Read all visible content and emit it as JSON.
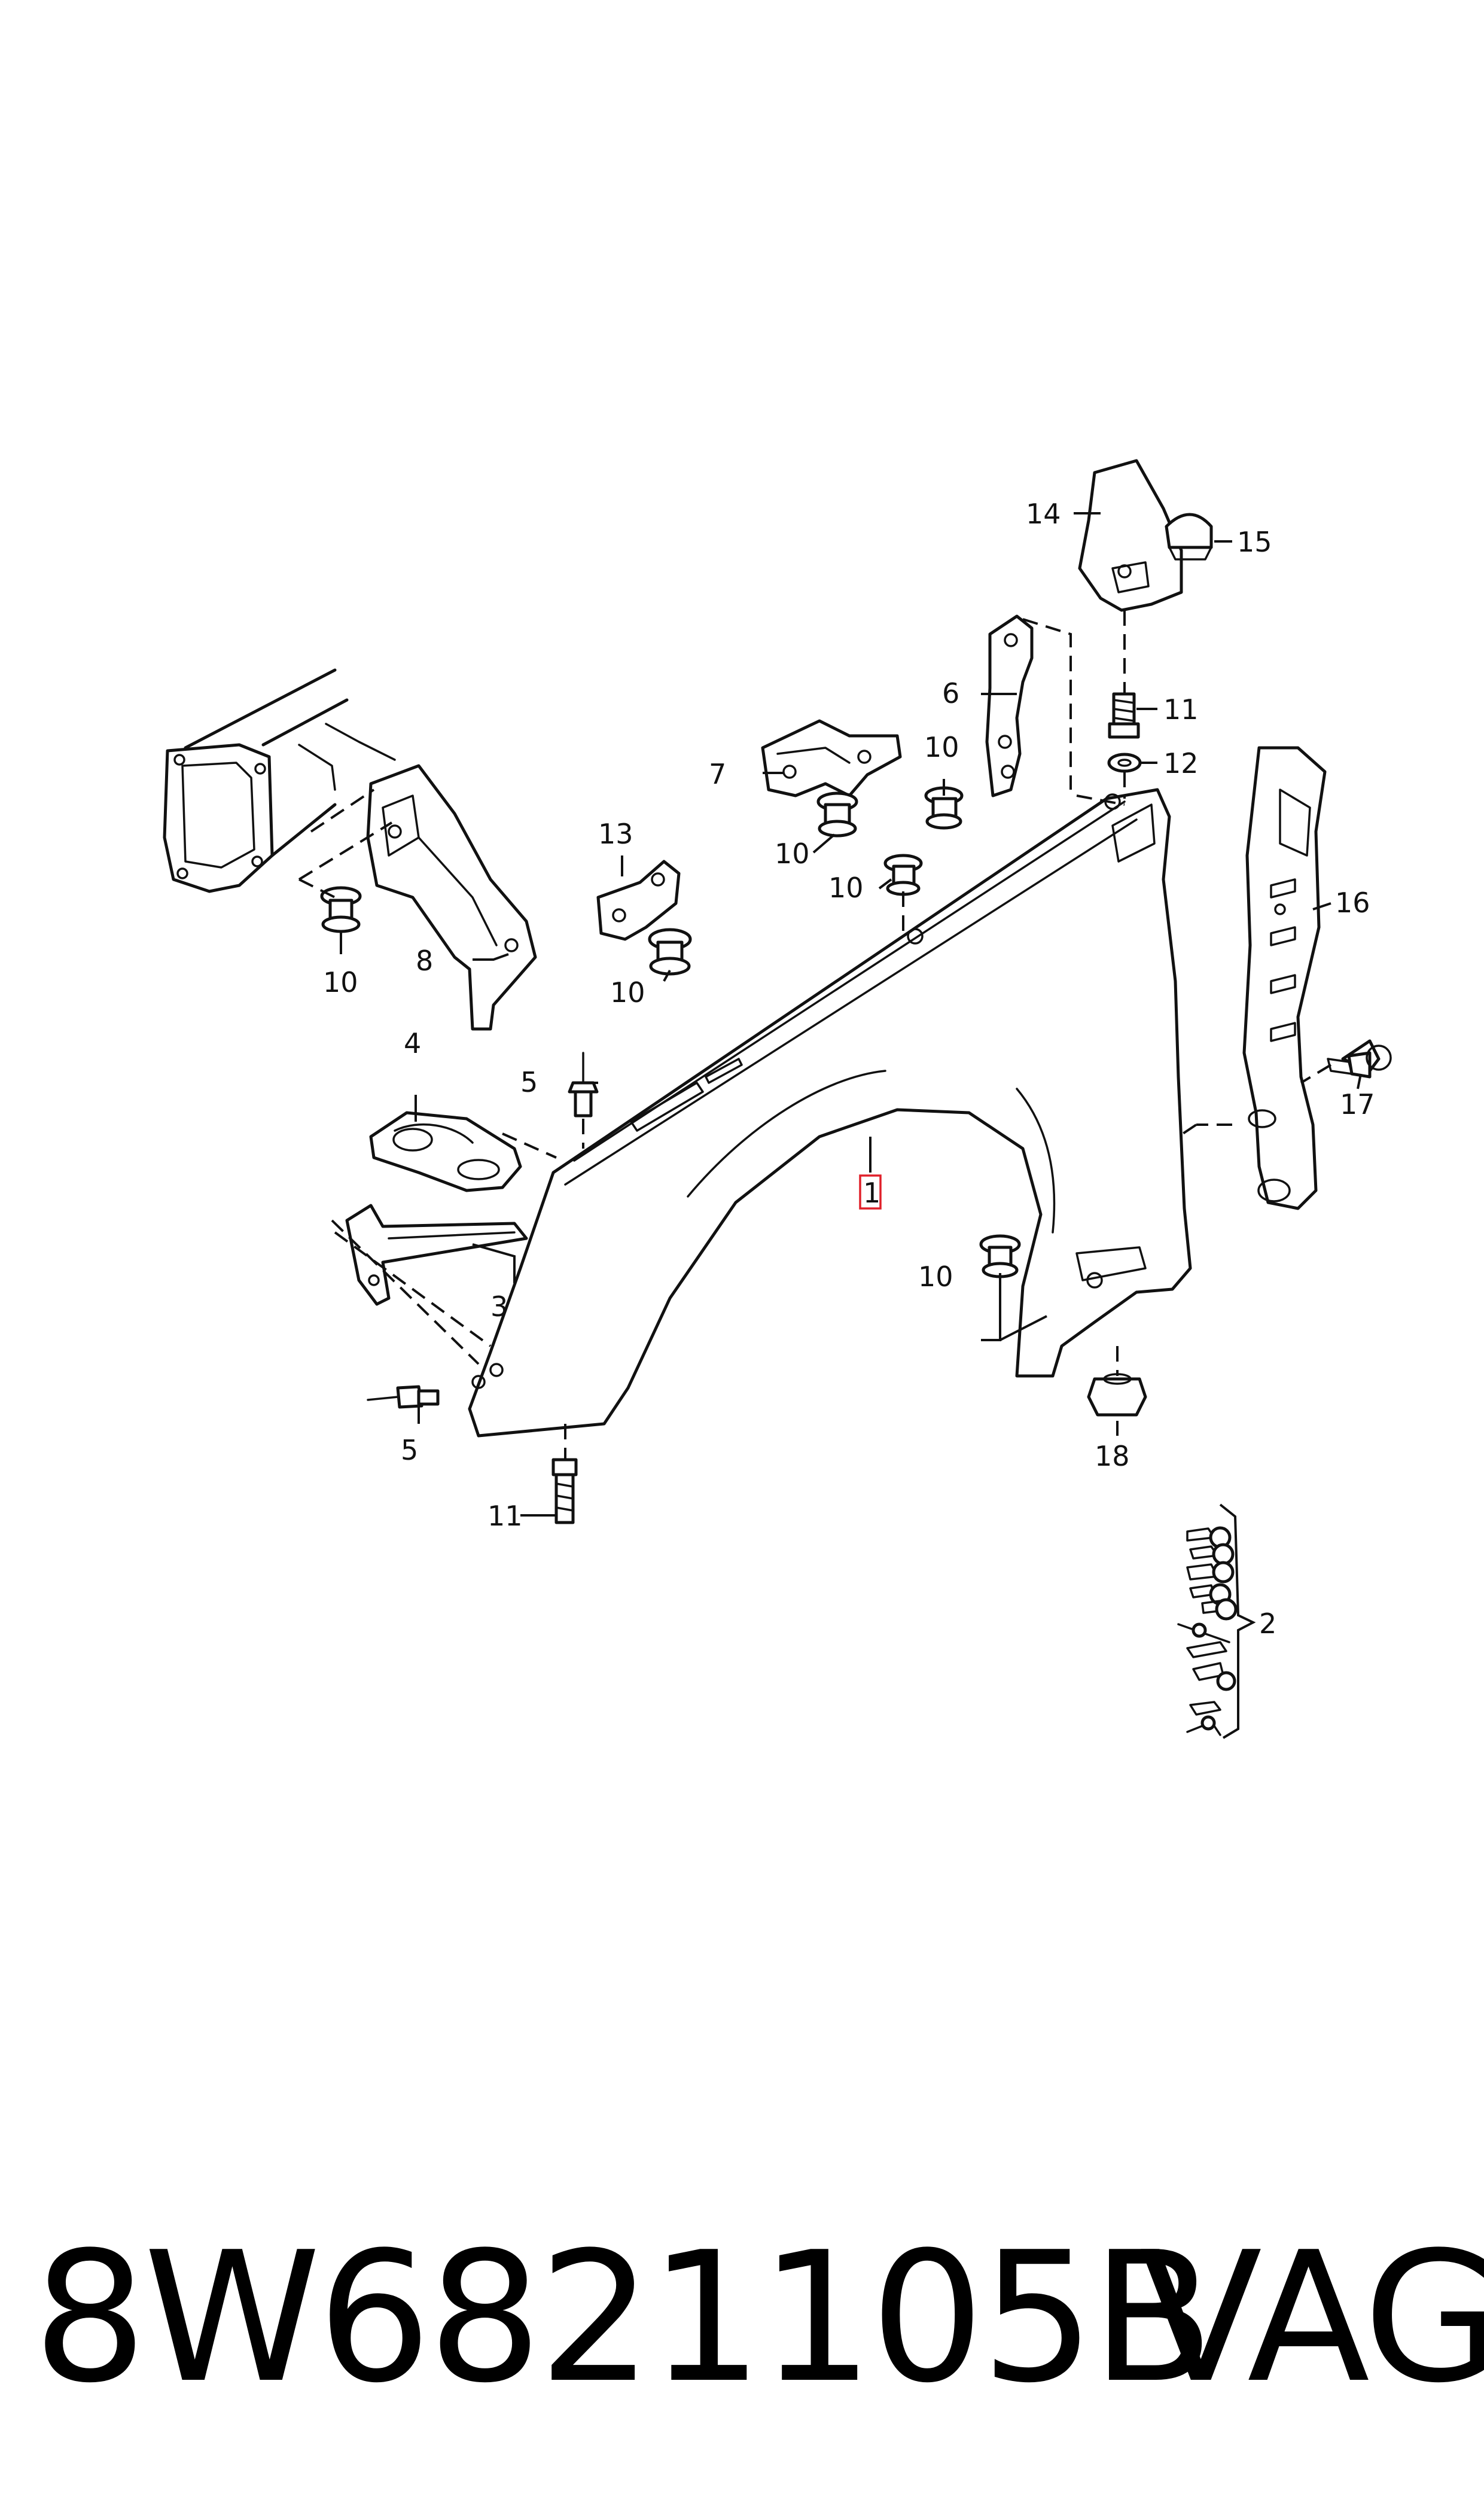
{
  "diagram": {
    "callouts": [
      {
        "id": "c1",
        "text": "1",
        "highlighted": true
      },
      {
        "id": "c2",
        "text": "2"
      },
      {
        "id": "c3",
        "text": "3"
      },
      {
        "id": "c4",
        "text": "4"
      },
      {
        "id": "c5a",
        "text": "5"
      },
      {
        "id": "c5b",
        "text": "5"
      },
      {
        "id": "c6",
        "text": "6"
      },
      {
        "id": "c7",
        "text": "7"
      },
      {
        "id": "c8",
        "text": "8"
      },
      {
        "id": "c10a",
        "text": "10"
      },
      {
        "id": "c10b",
        "text": "10"
      },
      {
        "id": "c10c",
        "text": "10"
      },
      {
        "id": "c10d",
        "text": "10"
      },
      {
        "id": "c10e",
        "text": "10"
      },
      {
        "id": "c10f",
        "text": "10"
      },
      {
        "id": "c11a",
        "text": "11"
      },
      {
        "id": "c11b",
        "text": "11"
      },
      {
        "id": "c12",
        "text": "12"
      },
      {
        "id": "c13",
        "text": "13"
      },
      {
        "id": "c14",
        "text": "14"
      },
      {
        "id": "c15",
        "text": "15"
      },
      {
        "id": "c16",
        "text": "16"
      },
      {
        "id": "c17",
        "text": "17"
      },
      {
        "id": "c18",
        "text": "18"
      }
    ],
    "highlight_color": "#e0202a",
    "line_color": "#111111"
  },
  "footer": {
    "part_number": "8W6821105B",
    "brand": "VAG"
  }
}
